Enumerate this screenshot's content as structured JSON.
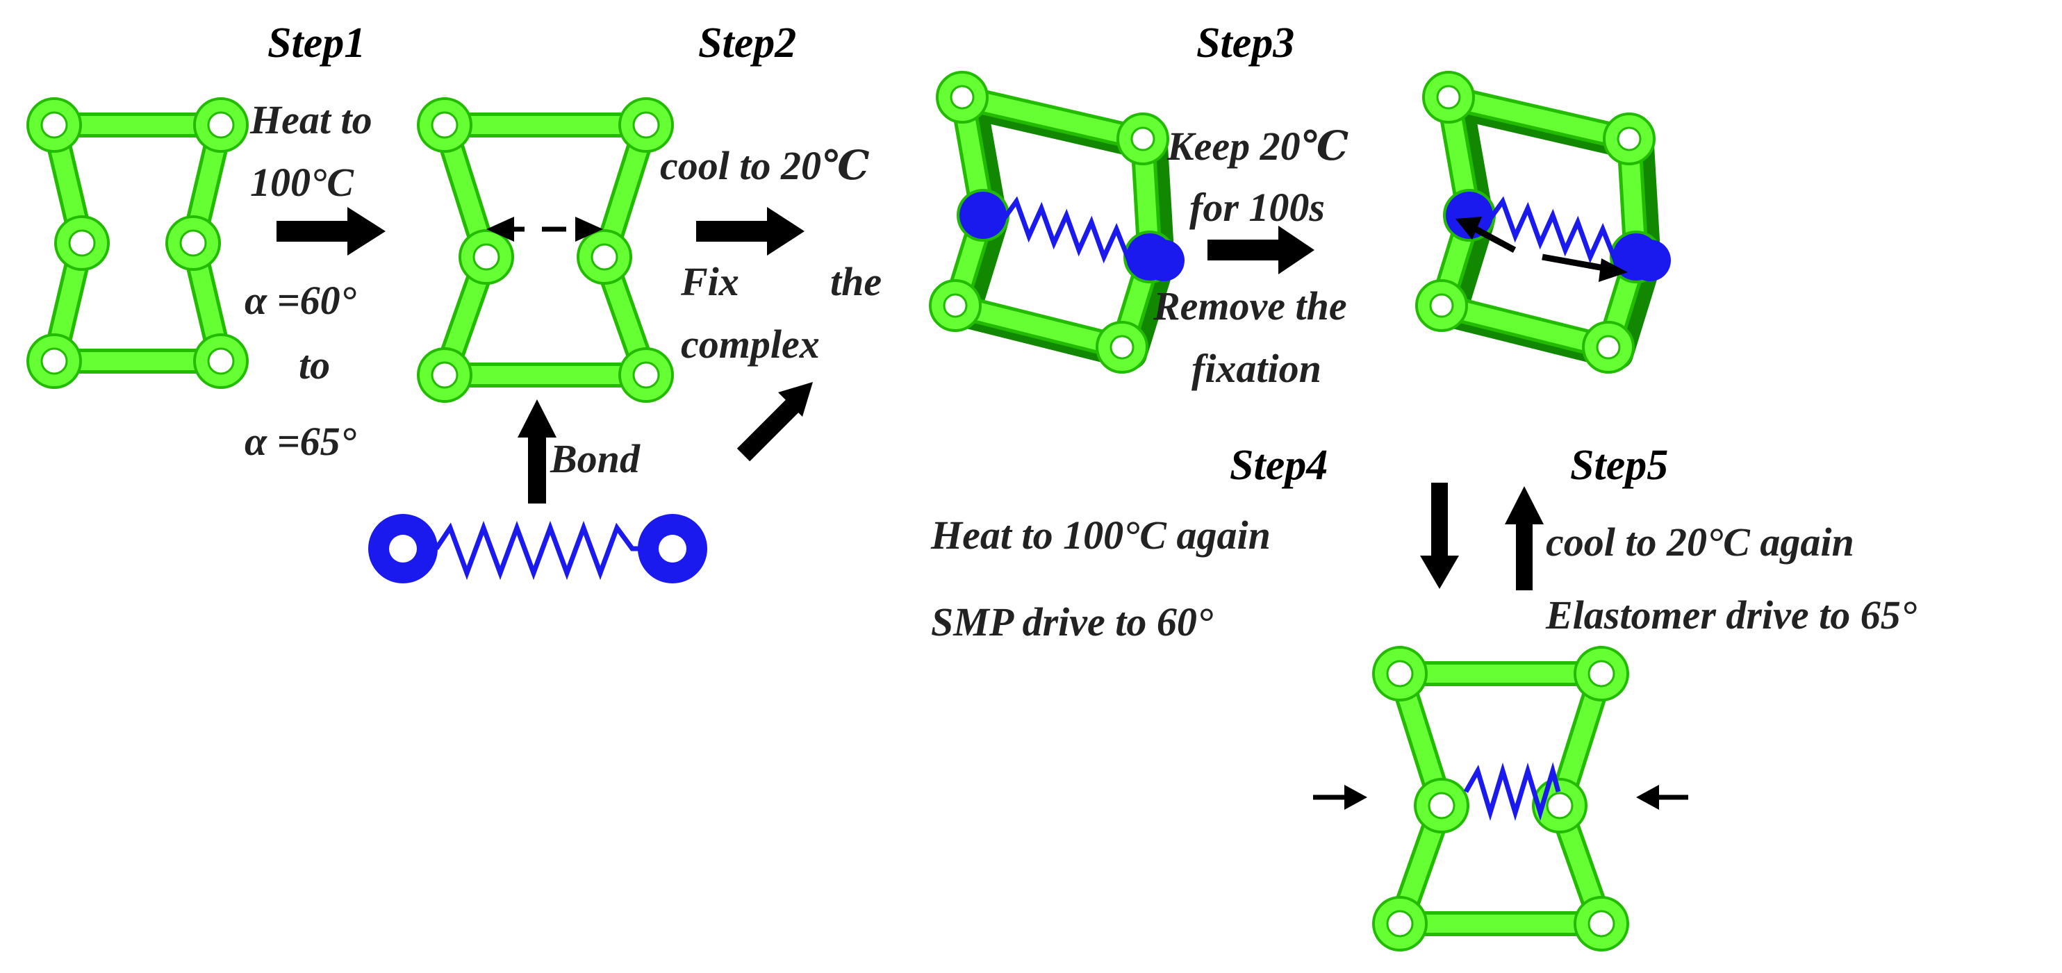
{
  "steps": {
    "step1": "Step1",
    "step2": "Step2",
    "step3": "Step3",
    "step4": "Step4",
    "step5": "Step5"
  },
  "labels": {
    "heat_to": "Heat to",
    "temp_100": "100°C",
    "alpha_60": "α =60°",
    "to": "to",
    "alpha_65": "α =65°",
    "bond": "Bond",
    "cool_to_20": "cool to 20℃",
    "fix": "Fix",
    "the": "the",
    "complex": "complex",
    "keep_20": "Keep 20℃",
    "for_100s": "for 100s",
    "remove_the": "Remove the",
    "fixation": "fixation",
    "heat_again": "Heat to 100°C again",
    "smp_drive": "SMP drive to 60°",
    "cool_again": "cool to 20°C again",
    "elastomer_drive": "Elastomer drive to 65°"
  },
  "colors": {
    "frame_green": "#66ff33",
    "frame_outline": "#22bb00",
    "spring_blue": "#1a1aee",
    "arrow": "#000000"
  }
}
